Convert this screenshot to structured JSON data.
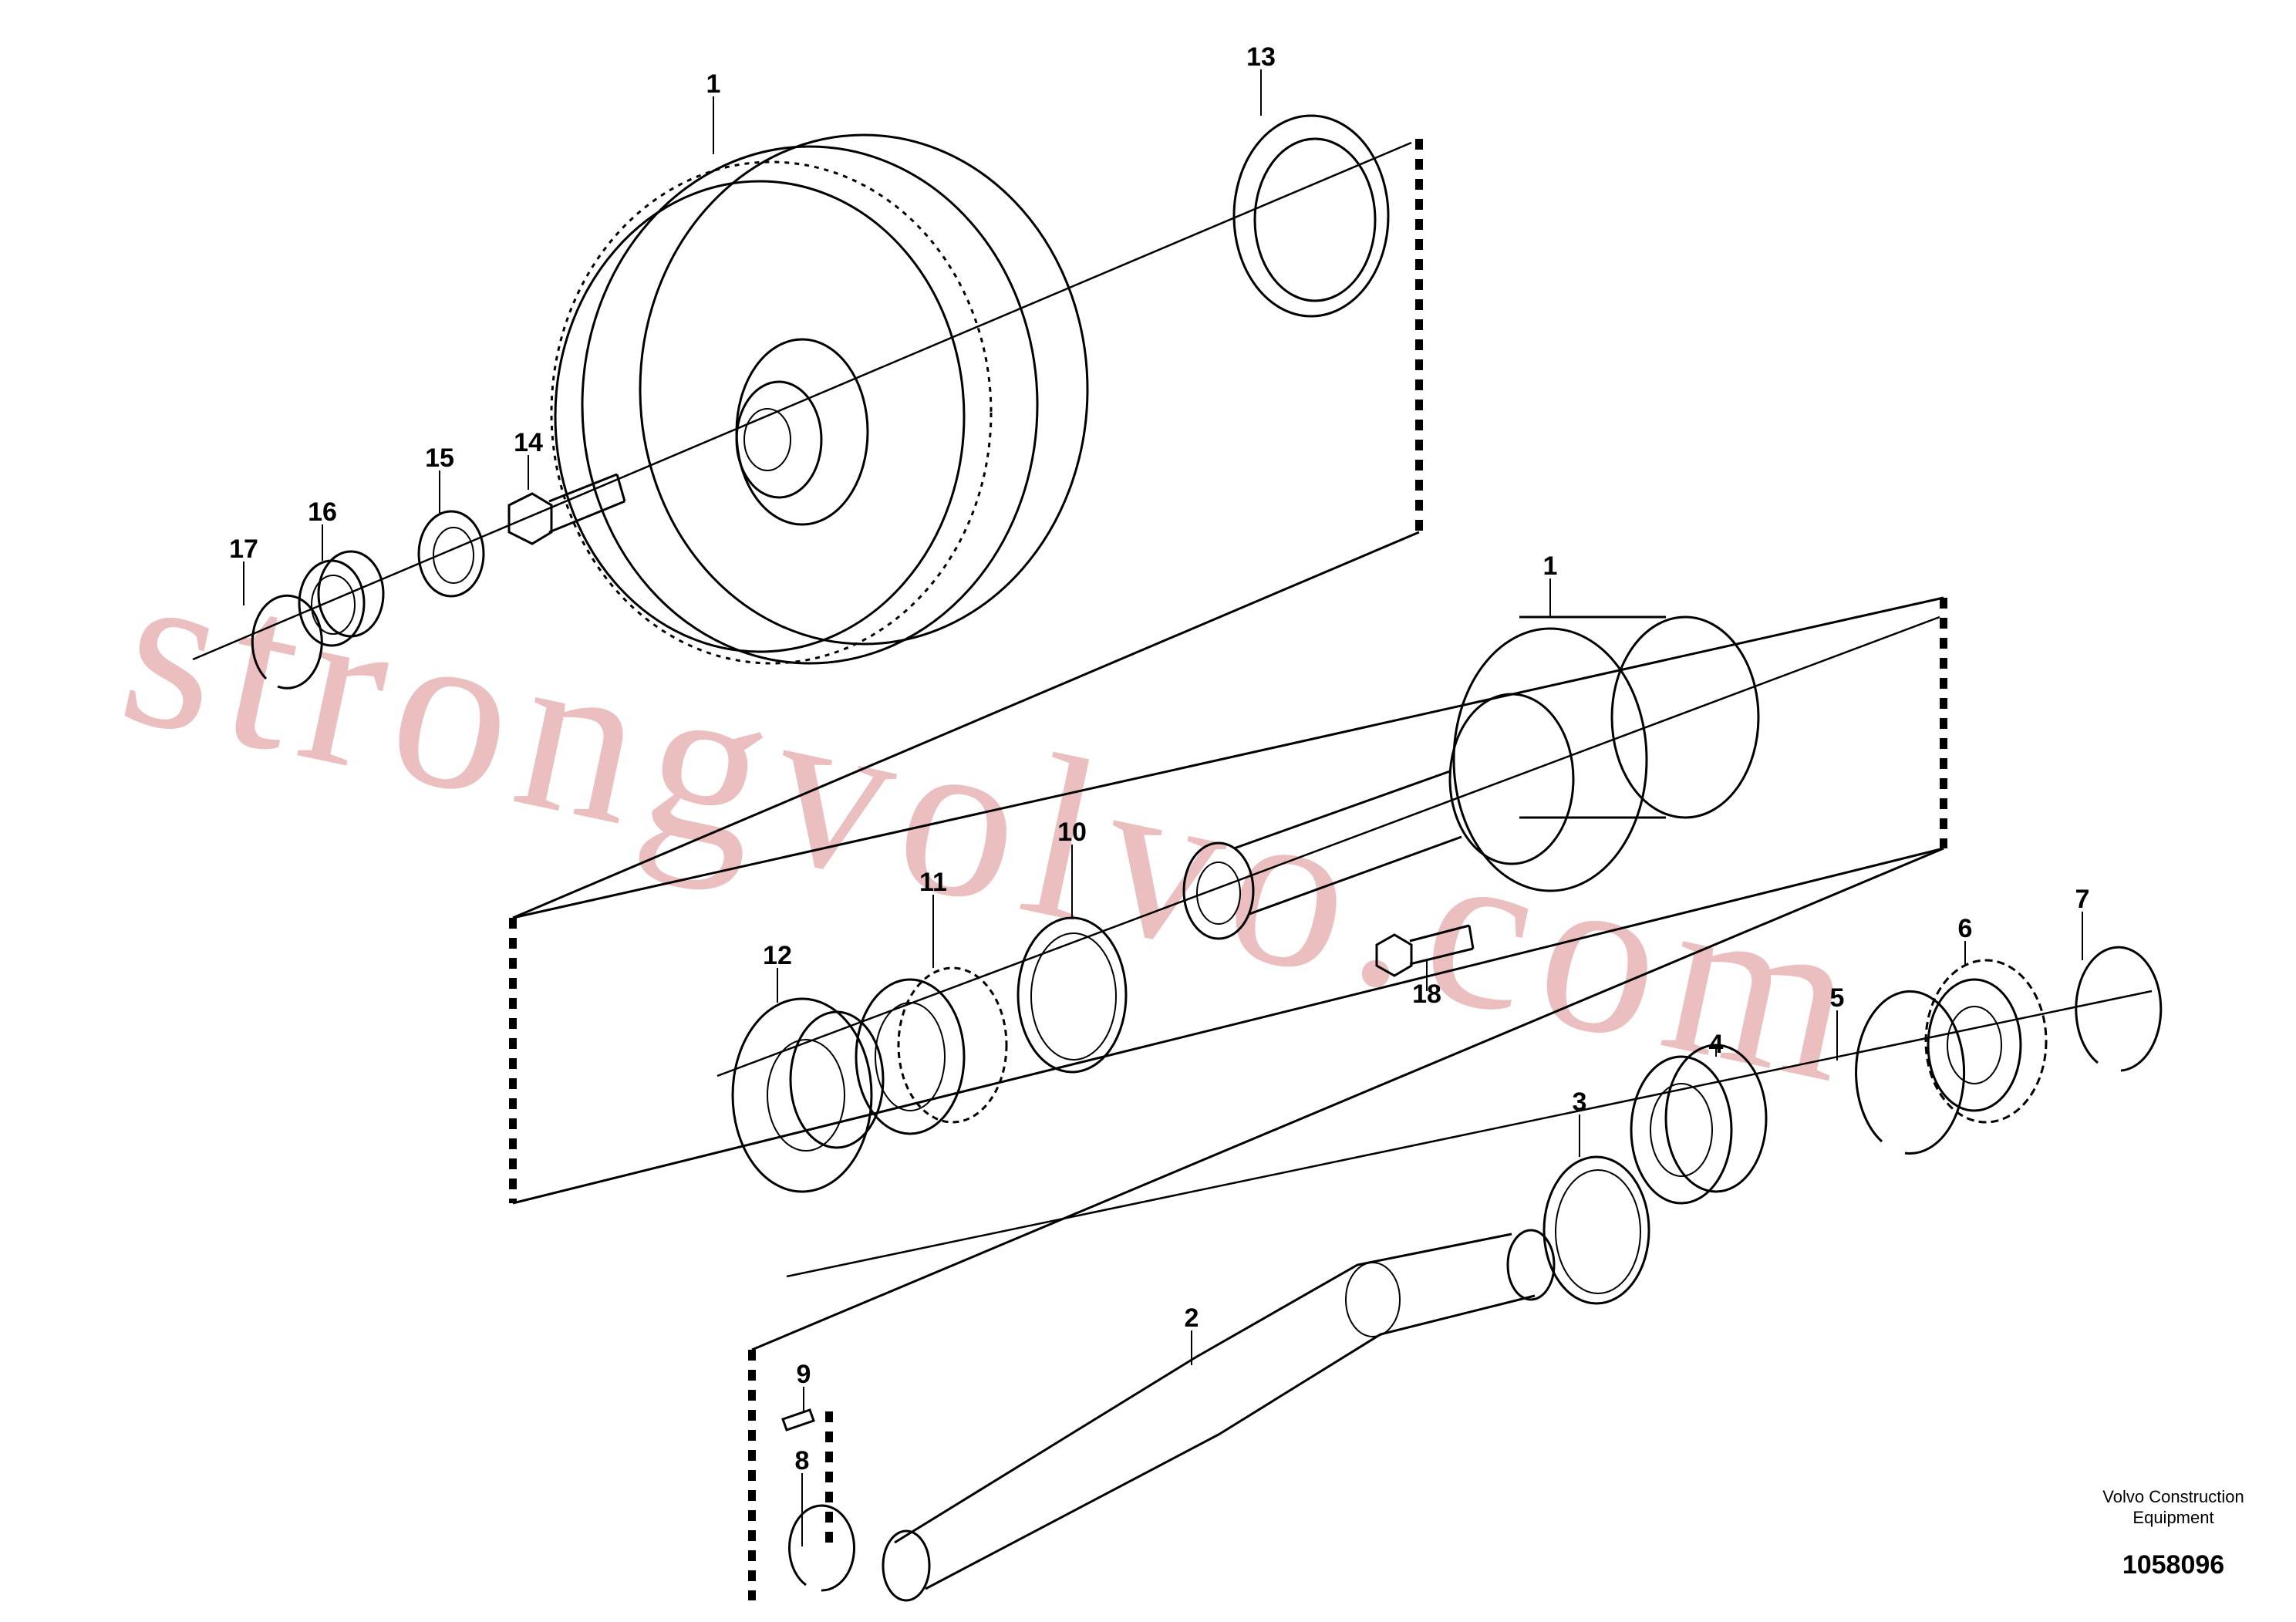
{
  "callouts": [
    "1",
    "1",
    "2",
    "3",
    "4",
    "5",
    "6",
    "7",
    "8",
    "9",
    "10",
    "11",
    "12",
    "13",
    "14",
    "15",
    "16",
    "17",
    "18"
  ],
  "watermark": "strongvolvo.com",
  "footer": {
    "brand_line1": "Volvo Construction",
    "brand_line2": "Equipment",
    "drawing_number": "1058096"
  }
}
